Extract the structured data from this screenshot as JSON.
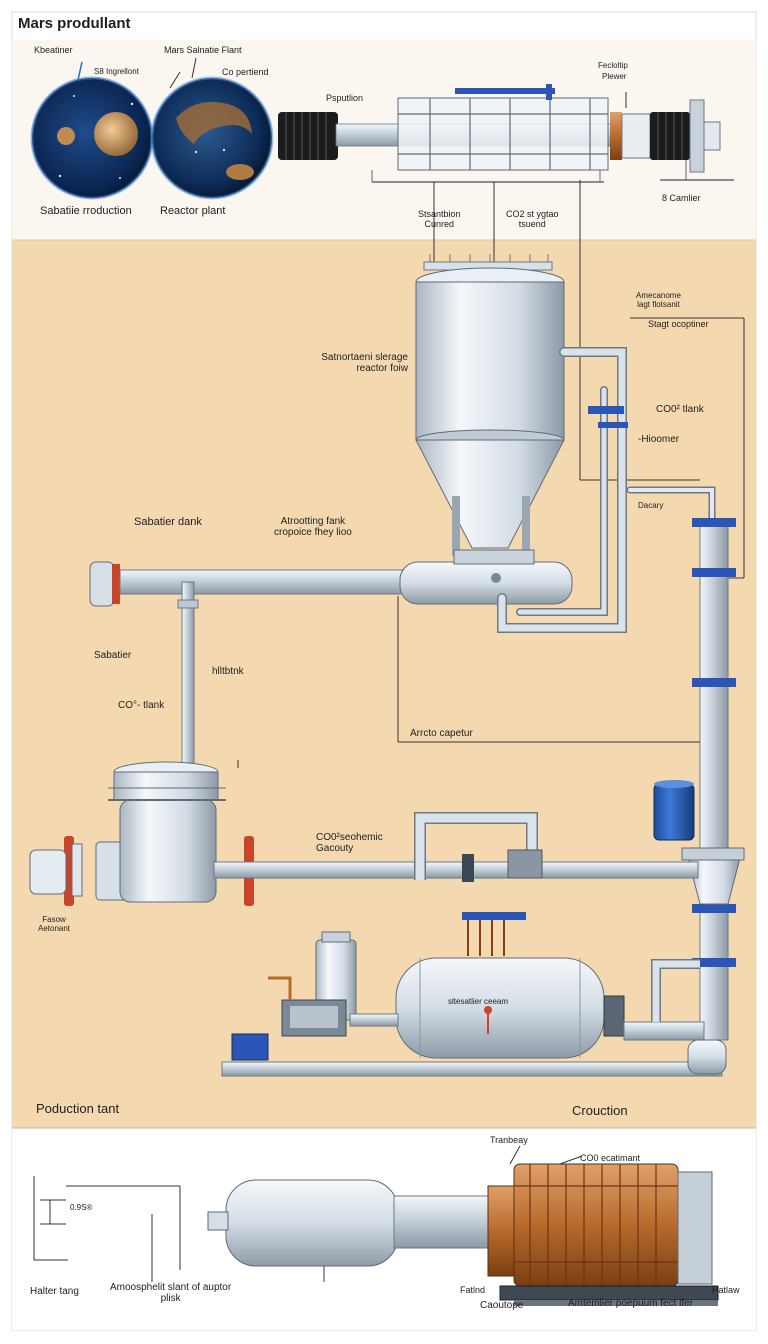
{
  "title": "Mars produllant",
  "colors": {
    "panel_top": "#fbf6ef",
    "panel_mid": "#f4d9b0",
    "panel_bottom": "#ffffff",
    "pipe": "#c8d3dc",
    "tank": "#e4ebf1",
    "blue_valve": "#2b55b7",
    "copper": "#b86a2c",
    "accent_blue": "#1f6fd0"
  },
  "top": {
    "planet_left": {
      "label_top": "Kbeatiner",
      "sub": "",
      "label_mid": "S8 Ingrellont",
      "caption": "Sabatiie rroduction"
    },
    "planet_right": {
      "label_top": "Mars Salnatie Flant",
      "label_mid": "Co pertiend",
      "caption": "Reactor plant"
    },
    "machine": {
      "label_left": "Psputlion",
      "label_right_1": "Fecloltip",
      "label_right_2": "Plewer",
      "label_right_3": "8 Camlier"
    },
    "callouts": {
      "left": "Stsantbion\nCunred",
      "right": "CO2 st ygtao\ntsuend"
    }
  },
  "middle": {
    "storage_label": "Satnortaeni slerage\nreactor foiw",
    "right_labels": {
      "a": "Amecanome\nlagt flotsanit",
      "b": "Stagt ocoptiner",
      "c": "CO0² tlank",
      "d": "-Hioomer",
      "e": "Dacary"
    },
    "sabatier_tank": "Sabatier dank",
    "arooting_tank": "Atrootting fank\ncropoice fhey lioo",
    "sabatier": "Sabatier",
    "hltbank": "hlltbtnk",
    "co_tank": "CO°- tlank",
    "arrcto": "Arrcto capetur",
    "co_label": "CO0²seohemic\nGacouty",
    "left_pump": "Fasow\nAetonant",
    "reactor_label": "sltesatlier ceeam",
    "production_tant": "Poduction tant",
    "crouction": "Crouction"
  },
  "bottom": {
    "left_label": "Halter tang",
    "mid_label": "Amoosphelit slant of auptor\nplisk",
    "top_right_1": "Tranbeay",
    "top_right_2": "CO0 ecatimant",
    "bottom_1": "Fatlnd",
    "bottom_2": "Caoutope",
    "bottom_3": "Amtemlier poepuum fect lfer",
    "bottom_4": "Hatlaw",
    "tiny": "0.9S®"
  }
}
